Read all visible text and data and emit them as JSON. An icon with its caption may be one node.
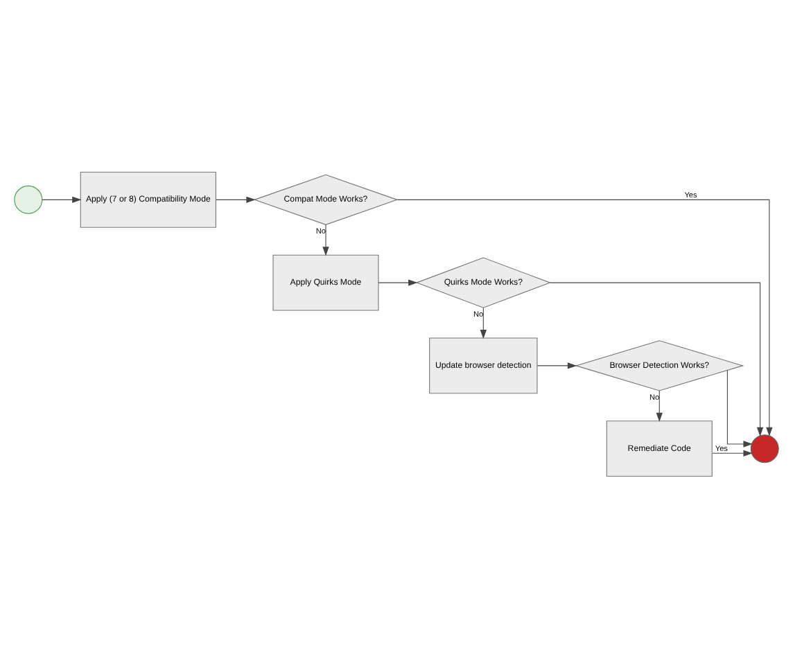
{
  "diagram": {
    "nodes": [
      {
        "text": [],
        "shape": "circle"
      },
      {
        "text": [
          "Apply (7 or 8) Compatibility Mode"
        ]
      },
      {
        "text": [
          "Compat Mode Works?"
        ]
      },
      {
        "text": [
          "Apply Quirks Mode"
        ]
      },
      {
        "text": [
          "Quirks Mode Works?"
        ]
      },
      {
        "text": [
          "Update browser detection"
        ]
      },
      {
        "text": [
          "Browser Detection Works?"
        ]
      },
      {
        "text": [
          "Remediate Code"
        ]
      },
      {
        "text": [],
        "shape": "circle"
      }
    ],
    "edges": [
      {
        "from": 0,
        "to": 1,
        "arrow": "to"
      },
      {
        "from": 1,
        "to": 2,
        "arrow": "to"
      },
      {
        "from": 2,
        "to": 3,
        "arrow": "to",
        "label": "No"
      },
      {
        "from": 3,
        "to": 4,
        "arrow": "to"
      },
      {
        "from": 4,
        "to": 5,
        "arrow": "to",
        "label": "No"
      },
      {
        "from": 5,
        "to": 6,
        "arrow": "to"
      },
      {
        "from": 6,
        "to": 7,
        "arrow": "to",
        "label": "No"
      },
      {
        "from": 2,
        "to": 8,
        "arrow": "to",
        "label": "Yes"
      },
      {
        "from": 4,
        "to": 8,
        "arrow": "to"
      },
      {
        "from": 6,
        "to": 8,
        "arrow": "to"
      },
      {
        "from": 7,
        "to": 8,
        "arrow": "to",
        "label": "Yes"
      }
    ]
  }
}
